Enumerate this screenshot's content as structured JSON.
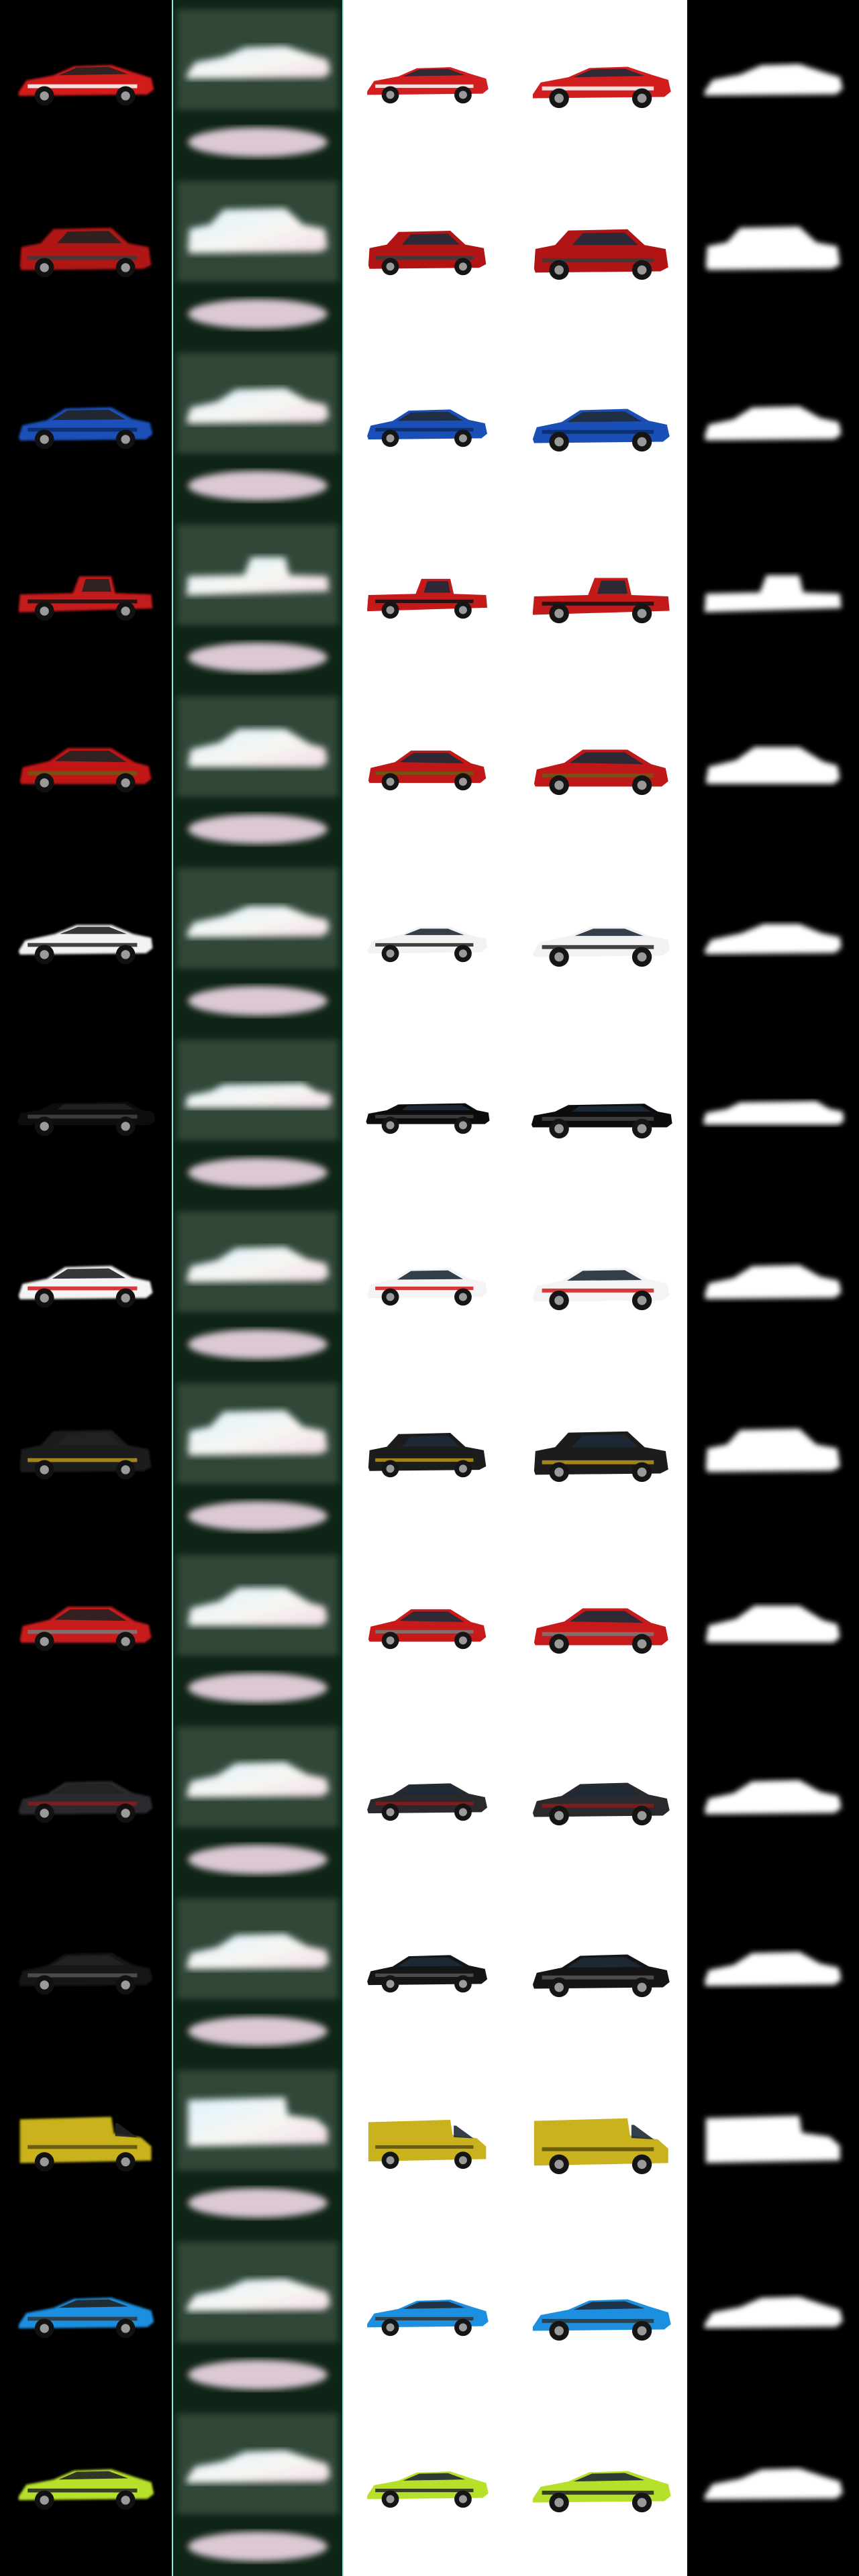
{
  "figure": {
    "columns": [
      {
        "id": "render",
        "label": "",
        "bg": "#000000"
      },
      {
        "id": "normal",
        "label": "",
        "bg": "#0c1a12"
      },
      {
        "id": "input",
        "label": "",
        "bg": "#ffffff"
      },
      {
        "id": "gt",
        "label": "",
        "bg": "#ffffff"
      },
      {
        "id": "mask",
        "label": "",
        "bg": "#000000"
      }
    ],
    "rows": [
      {
        "name": "red-rally-car",
        "color": "#d21e1e",
        "accent": "#ffffff",
        "shape": "race"
      },
      {
        "name": "red-offroad-suv",
        "color": "#b01414",
        "accent": "#3a3a3a",
        "shape": "suv"
      },
      {
        "name": "blue-sedan",
        "color": "#1a4fb8",
        "accent": "#0c2a66",
        "shape": "sedan"
      },
      {
        "name": "red-tow-truck",
        "color": "#c41a1a",
        "accent": "#111111",
        "shape": "truck"
      },
      {
        "name": "red-hatchback",
        "color": "#c01818",
        "accent": "#6a5a14",
        "shape": "hatch"
      },
      {
        "name": "white-coupe",
        "color": "#f2f2f2",
        "accent": "#222222",
        "shape": "coupe"
      },
      {
        "name": "black-limousine",
        "color": "#0c0c0c",
        "accent": "#444444",
        "shape": "limo"
      },
      {
        "name": "police-car",
        "color": "#f4f4f4",
        "accent": "#d01818",
        "shape": "sedan"
      },
      {
        "name": "black-yellow-suv",
        "color": "#1c1c1c",
        "accent": "#b8961a",
        "shape": "suv"
      },
      {
        "name": "red-small-hatch",
        "color": "#c81a1a",
        "accent": "#7a7a7a",
        "shape": "hatch"
      },
      {
        "name": "dark-sedan",
        "color": "#2a2a2e",
        "accent": "#8a1a1a",
        "shape": "sedan"
      },
      {
        "name": "black-sedan",
        "color": "#151515",
        "accent": "#555555",
        "shape": "sedan"
      },
      {
        "name": "yellow-delivery-van",
        "color": "#c9b21e",
        "accent": "#5a4e0c",
        "shape": "van"
      },
      {
        "name": "blue-race-car",
        "color": "#1d8fe0",
        "accent": "#333333",
        "shape": "race"
      },
      {
        "name": "lime-supercar",
        "color": "#b6e02a",
        "accent": "#222222",
        "shape": "race"
      }
    ]
  }
}
